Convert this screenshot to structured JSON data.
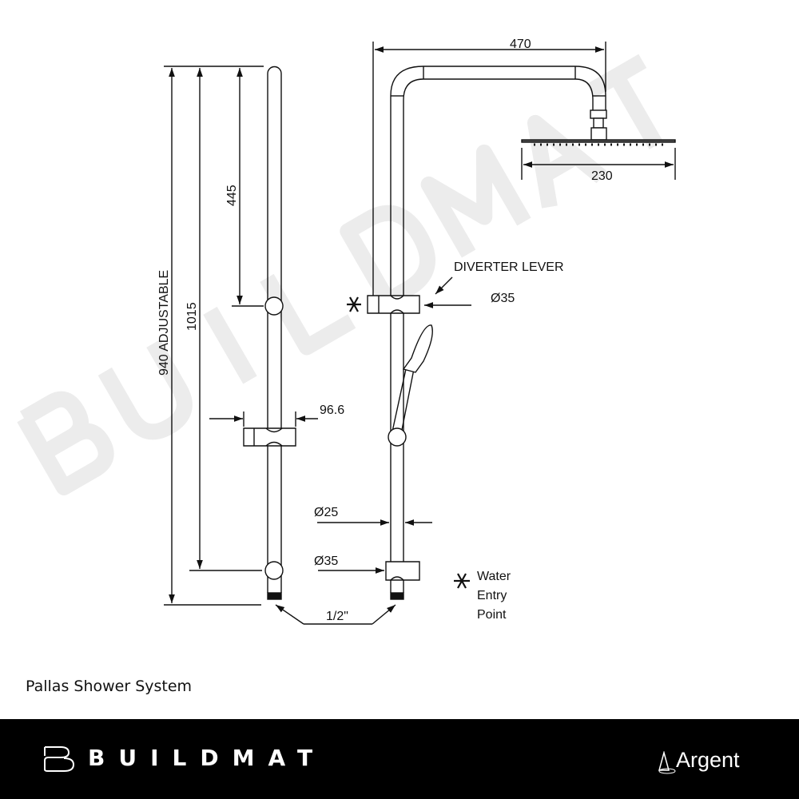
{
  "watermark": "BUILDMAT",
  "dimensions": {
    "overall_width": "470",
    "head_width": "230",
    "adjustable": "940 ADJUSTABLE",
    "height": "1015",
    "rail_upper": "445",
    "bracket_width": "96.6",
    "diverter_diameter": "Ø35",
    "pipe_diameter": "Ø25",
    "lower_diameter": "Ø35",
    "inlet": "1/2\""
  },
  "labels": {
    "diverter_lever": "DIVERTER LEVER",
    "legend_line1": "Water",
    "legend_line2": "Entry",
    "legend_line3": "Point"
  },
  "product_title": "Pallas Shower System",
  "footer": {
    "brand": "BUILDMAT",
    "partner": "Argent"
  }
}
